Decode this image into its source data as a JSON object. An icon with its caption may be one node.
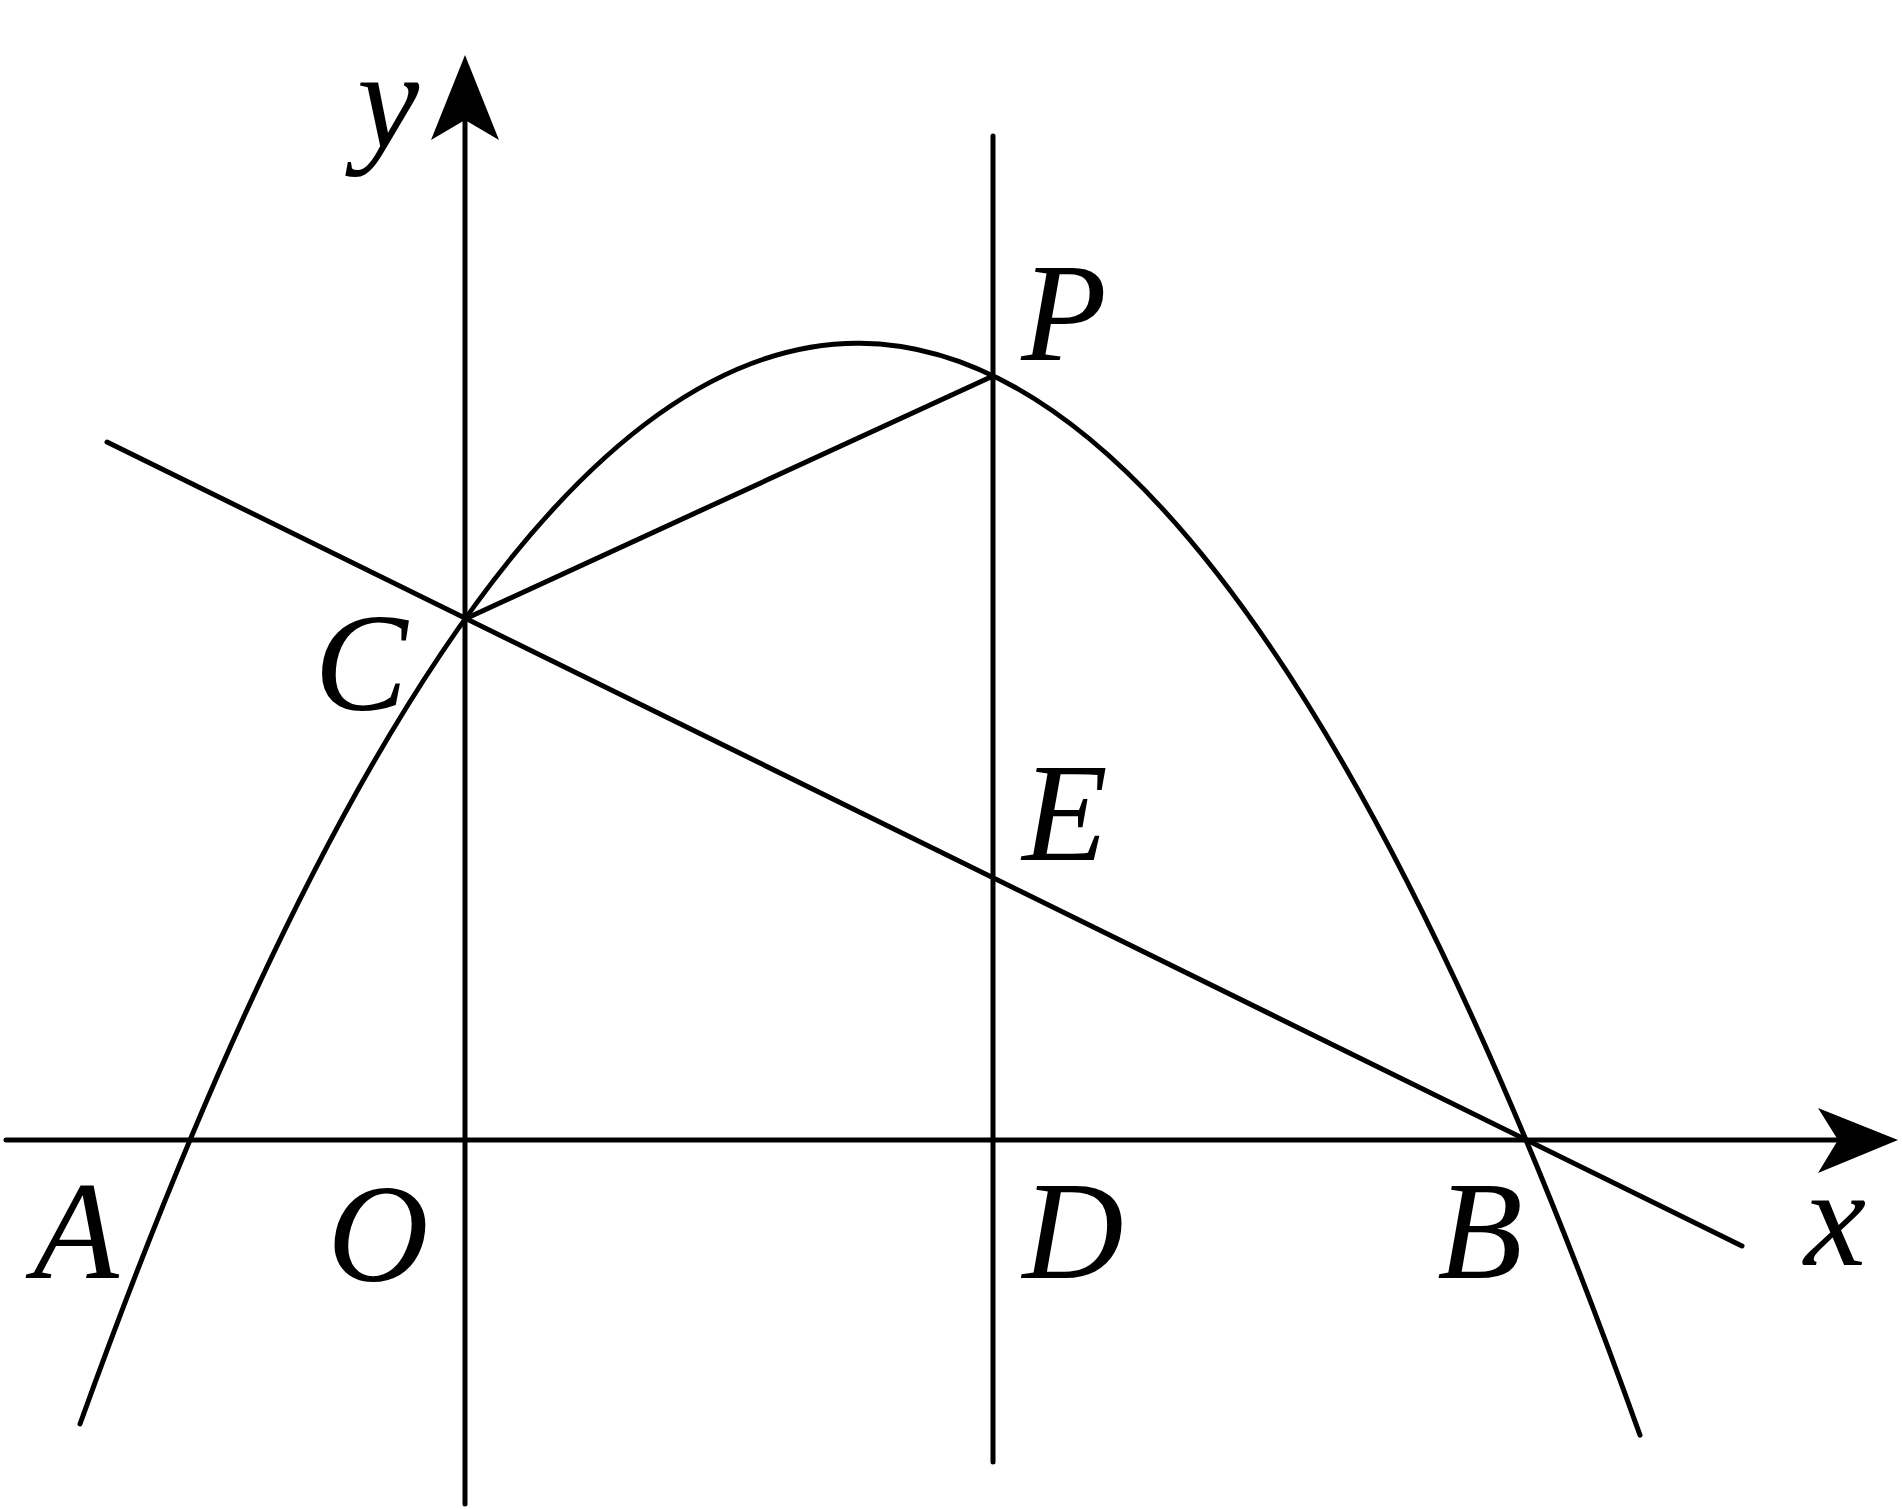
{
  "diagram": {
    "labels": [
      "y",
      "P",
      "C",
      "E",
      "A",
      "O",
      "D",
      "B",
      "x"
    ]
  }
}
